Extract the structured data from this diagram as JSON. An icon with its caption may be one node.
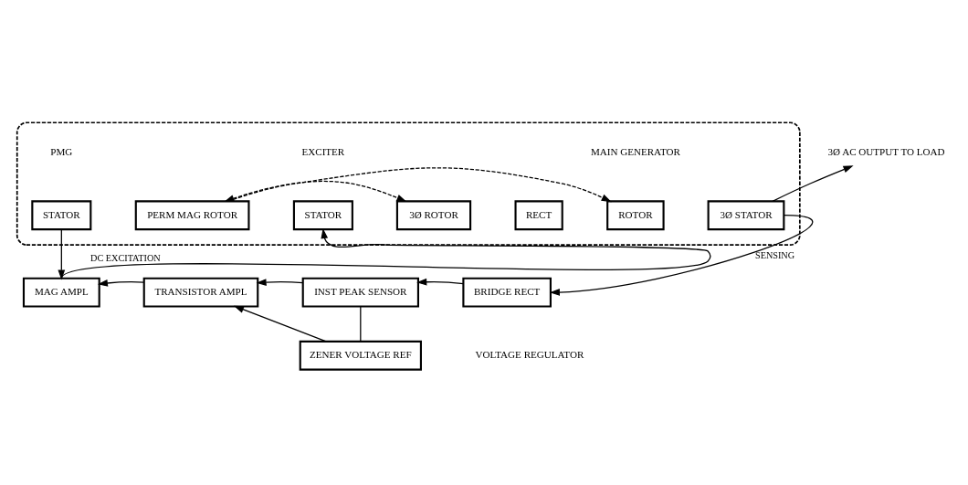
{
  "diagram": {
    "nodes": [
      {
        "text": [],
        "shape": "box"
      },
      {
        "text": [
          "STATOR"
        ],
        "in": 0
      },
      {
        "text": [
          "PERM MAG ROTOR"
        ],
        "in": 0
      },
      {
        "text": [
          "STATOR"
        ],
        "in": 0
      },
      {
        "text": [
          "3Ø ROTOR"
        ],
        "in": 0
      },
      {
        "text": [
          "RECT"
        ],
        "in": 0
      },
      {
        "text": [
          "ROTOR"
        ],
        "in": 0
      },
      {
        "text": [
          "3Ø STATOR"
        ],
        "in": 0
      },
      {
        "text": [
          "3Ø AC OUTPUT TO LOAD"
        ]
      },
      {
        "text": [
          "MAG AMPL"
        ]
      },
      {
        "text": [
          "TRANSISTOR AMPL"
        ]
      },
      {
        "text": [
          "INST PEAK SENSOR"
        ]
      },
      {
        "text": [
          "BRIDGE RECT"
        ]
      },
      {
        "text": [
          "ZENER VOLTAGE REF"
        ]
      }
    ],
    "edges": [
      {
        "from": 1,
        "to": 9,
        "arrow": "to"
      },
      {
        "from": 9,
        "to": 3,
        "arrow": "to",
        "label": "DC EXCITATION"
      },
      {
        "from": 7,
        "to": 8,
        "arrow": "to"
      },
      {
        "from": 7,
        "to": 12,
        "arrow": "to",
        "label": "SENSING"
      },
      {
        "from": 12,
        "to": 11,
        "arrow": "to"
      },
      {
        "from": 11,
        "to": 10,
        "arrow": "to"
      },
      {
        "from": 10,
        "to": 9,
        "arrow": "to"
      },
      {
        "from": 11,
        "to": 13,
        "arrow": "none"
      },
      {
        "from": 13,
        "to": 10,
        "arrow": "to"
      },
      {
        "from": 2,
        "to": 4,
        "arrow": "both",
        "style": "dashed"
      },
      {
        "from": 2,
        "to": 6,
        "arrow": "to",
        "style": "dashed"
      }
    ],
    "labels": [
      "PMG",
      "EXCITER",
      "MAIN GENERATOR",
      "VOLTAGE REGULATOR"
    ]
  }
}
